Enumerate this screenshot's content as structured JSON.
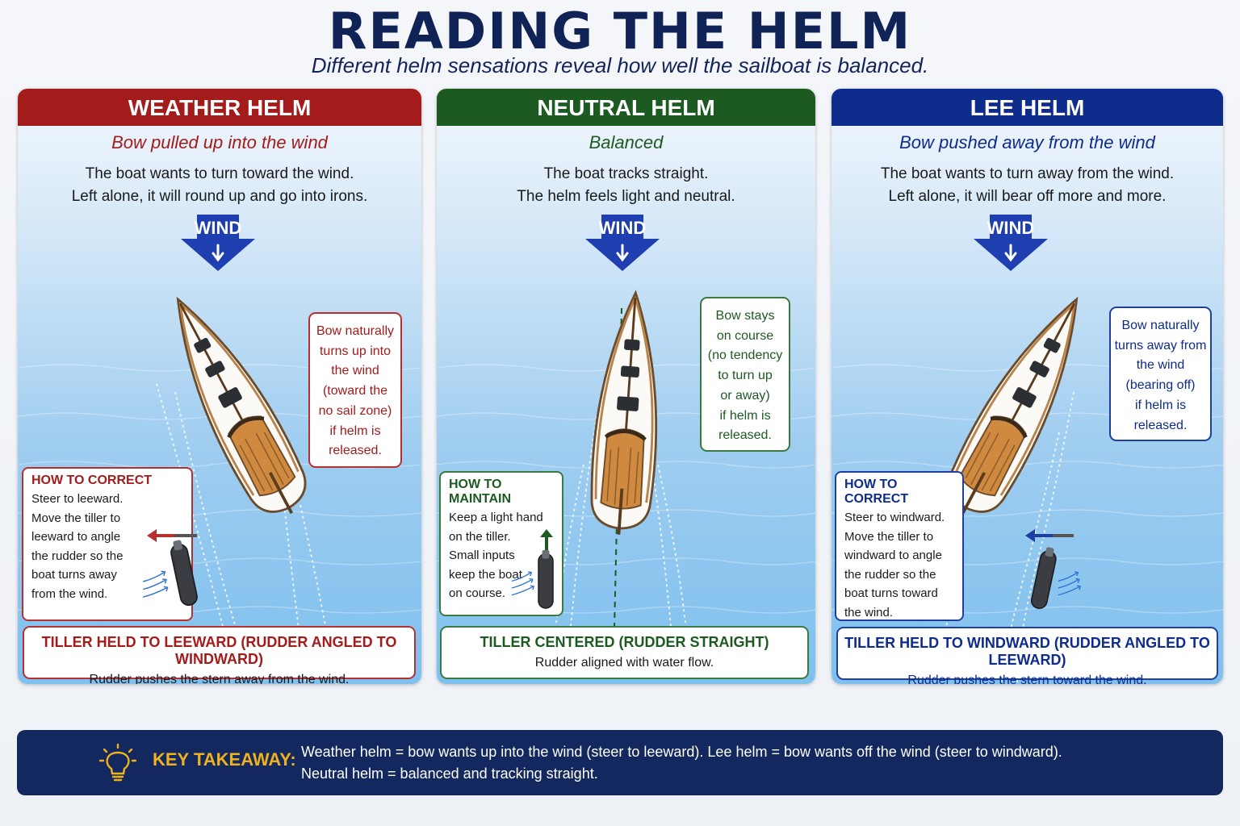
{
  "title": "READING THE HELM",
  "subtitle": "Different helm sensations reveal how well the sailboat is balanced.",
  "panels": {
    "weather": {
      "header": "WEATHER HELM",
      "tagline": "Bow pulled up into the wind",
      "desc_line1": "The boat wants to turn toward the wind.",
      "desc_line2": "Left alone, it will round up and go into irons.",
      "wind_label": "WIND",
      "callout": [
        "Bow naturally",
        "turns up into",
        "the wind",
        "(toward the",
        "no sail zone)",
        "if helm is",
        "released."
      ],
      "howto_title": "HOW TO CORRECT",
      "howto_text": "Steer to leeward.\nMove the tiller to\nleeward to angle\nthe rudder so the\nboat turns away\nfrom the wind.",
      "tiller_title": "TILLER HELD TO LEEWARD (RUDDER ANGLED TO WINDWARD)",
      "tiller_sub": "Rudder pushes the stern away from the wind.",
      "accent_color": "#a31b1b"
    },
    "neutral": {
      "header": "NEUTRAL HELM",
      "tagline": "Balanced",
      "desc_line1": "The boat tracks straight.",
      "desc_line2": "The helm feels light and neutral.",
      "wind_label": "WIND",
      "callout": [
        "Bow stays",
        "on course",
        "(no tendency",
        "to turn up",
        "or away)",
        "if helm is",
        "released."
      ],
      "howto_title": "HOW TO MAINTAIN",
      "howto_text": "Keep a light hand\non the tiller.\nSmall inputs\nkeep the boat\non course.",
      "tiller_title": "TILLER CENTERED (RUDDER STRAIGHT)",
      "tiller_sub": "Rudder aligned with water flow.",
      "accent_color": "#1d5a22"
    },
    "lee": {
      "header": "LEE HELM",
      "tagline": "Bow pushed away from the wind",
      "desc_line1": "The boat wants to turn away from the wind.",
      "desc_line2": "Left alone, it will bear off more and more.",
      "wind_label": "WIND",
      "callout": [
        "Bow naturally",
        "turns away from",
        "the wind",
        "(bearing off)",
        "if helm is",
        "released."
      ],
      "howto_title": "HOW TO CORRECT",
      "howto_text": "Steer to windward.\nMove the tiller to\nwindward to angle\nthe rudder so the\nboat turns toward\nthe wind.",
      "tiller_title": "TILLER HELD TO WINDWARD (RUDDER ANGLED TO LEEWARD)",
      "tiller_sub": "Rudder pushes the stern toward the wind.",
      "accent_color": "#0d2c8c"
    }
  },
  "takeaway": {
    "label": "KEY TAKEAWAY:",
    "line1": "Weather helm = bow wants up into the wind (steer to leeward).   Lee helm = bow wants off the wind (steer to windward).",
    "line2": "Neutral helm = balanced and tracking straight.",
    "icon": "lightbulb-icon"
  },
  "colors": {
    "title_navy": "#0f2356",
    "weather_red": "#a31b1b",
    "neutral_green": "#1d5a22",
    "lee_blue": "#0d2c8c",
    "wind_arrow": "#1f3fb0",
    "takeaway_gold": "#f0b21c"
  }
}
